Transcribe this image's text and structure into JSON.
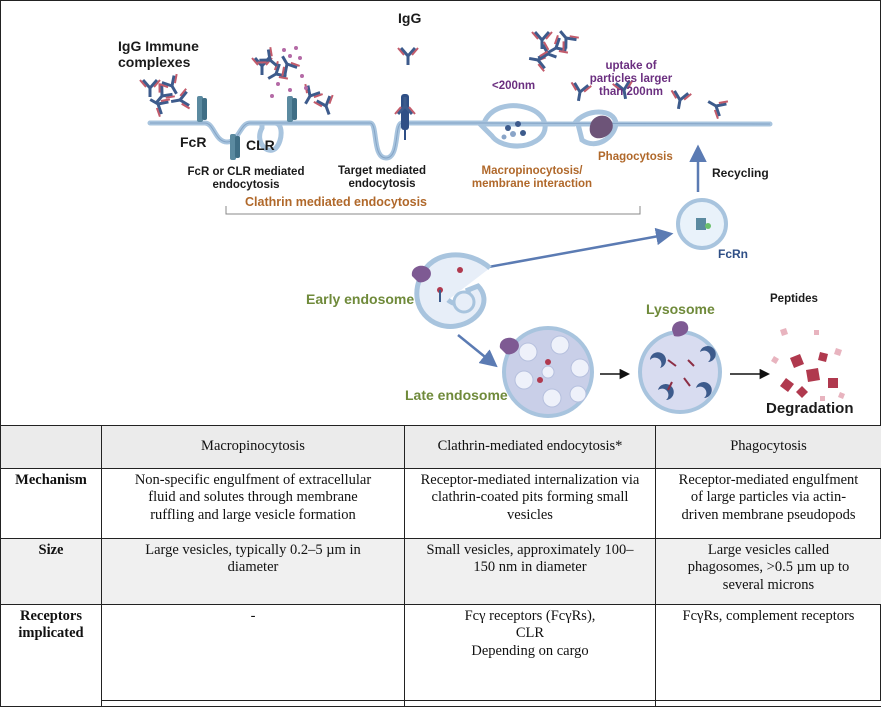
{
  "diagram": {
    "labels": {
      "igg_immune_complexes": [
        "IgG Immune",
        "complexes"
      ],
      "igg": "IgG",
      "fcr": "FcR",
      "clr": "CLR",
      "fcr_clr_endocytosis": [
        "FcR or CLR mediated",
        "endocytosis"
      ],
      "target_mediated": [
        "Target mediated",
        "endocytosis"
      ],
      "clathrin_mediated": "Clathrin mediated endocytosis",
      "lt200": "<200nm",
      "uptake_large": [
        "uptake of",
        "particles larger",
        "than 200nm"
      ],
      "macropinocytosis": [
        "Macropinocytosis/",
        "membrane interaction"
      ],
      "phagocytosis": "Phagocytosis",
      "recycling": "Recycling",
      "fcrn": "FcRn",
      "early_endosome": "Early endosome",
      "late_endosome": "Late endosome",
      "lysosome": "Lysosome",
      "peptides": "Peptides",
      "degradation": "Degradation"
    },
    "colors": {
      "membrane": "#a8c4de",
      "membrane_dark": "#6d8fb5",
      "antibody_heavy": "#3d5b8c",
      "antibody_light": "#c25b6b",
      "vesicle_fill": "#cdd3ea",
      "lysosome_fill": "#d8dcf0",
      "antigen_purple": "#7e5a93",
      "peptide_red": "#b0394e",
      "arrow_blue": "#5b7bb3",
      "brown_text": "#b0682a",
      "green_text": "#6f8a3a",
      "purple_text": "#6b2f80"
    }
  },
  "table": {
    "columns": [
      "",
      "Macropinocytosis",
      "Clathrin-mediated endocytosis*",
      "Phagocytosis"
    ],
    "rows": [
      {
        "header": [
          "Mechanism"
        ],
        "cells": [
          [
            "Non-specific engulfment of extracellular",
            "fluid and solutes through membrane",
            "ruffling and large vesicle formation"
          ],
          [
            "Receptor-mediated internalization via",
            "clathrin-coated pits forming small",
            "vesicles"
          ],
          [
            "Receptor-mediated engulfment",
            "of large particles via actin-",
            "driven membrane pseudopods"
          ]
        ]
      },
      {
        "header": [
          "Size"
        ],
        "cells": [
          [
            "Large vesicles, typically 0.2–5 µm in",
            "diameter"
          ],
          [
            "Small vesicles, approximately 100–",
            "150 nm in diameter"
          ],
          [
            "Large vesicles called",
            "phagosomes, >0.5 µm up to",
            "several microns"
          ]
        ]
      },
      {
        "header": [
          "Receptors",
          "implicated"
        ],
        "cells": [
          [
            "-"
          ],
          [
            "Fcγ receptors (FcγRs),",
            "CLR",
            "Depending on cargo"
          ],
          [
            "FcγRs, complement receptors"
          ]
        ]
      }
    ]
  }
}
